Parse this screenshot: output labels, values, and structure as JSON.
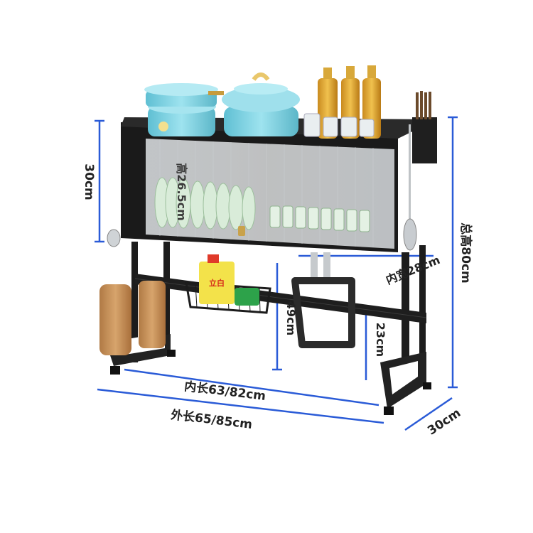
{
  "labels": {
    "dim_top_height": "30cm",
    "dim_inner_plate": "高26.5cm",
    "dim_total_height": "总高80cm",
    "dim_inner_width": "内宽28cm",
    "dim_under_height": "49cm",
    "dim_leg_height": "23cm",
    "dim_inner_length": "内长63/82cm",
    "dim_outer_length": "外长65/85cm",
    "dim_depth": "30cm",
    "detergent_brand": "立白"
  },
  "colors": {
    "rack": "#1c1c1c",
    "dimension_line": "#2a5bd7",
    "pot": "#7fd3e3",
    "board": "#c8935a"
  }
}
